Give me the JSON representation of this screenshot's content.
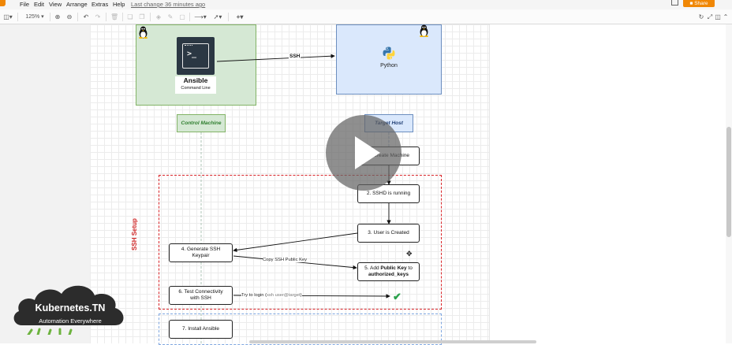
{
  "menubar": {
    "items": [
      "File",
      "Edit",
      "View",
      "Arrange",
      "Extras",
      "Help"
    ],
    "last_change": "Last change 36 minutes ago",
    "share_label": "Share"
  },
  "toolbar": {
    "zoom": "125%"
  },
  "diagram": {
    "ansible_title": "Ansible",
    "ansible_subtitle": "Command Line",
    "ssh_edge": "SSH",
    "python_label": "Python",
    "control_machine": "Control Machine",
    "target_host": "Target Host",
    "ssh_setup": "SSH Setup",
    "steps": {
      "create_machine": "1. Create Machine",
      "sshd_running": "2. SSHD is running",
      "user_created": "3. User is Created",
      "generate_keypair_l1": "4. Generate SSH",
      "generate_keypair_l2": "Keypair",
      "add_key_prefix": "5. Add ",
      "add_key_bold": "Public Key",
      "add_key_mid": " to",
      "add_key_l2": "authorized_keys",
      "test_conn_l1": "6. Test Connectivity",
      "test_conn_l2": "with SSH",
      "install_ansible": "7. Install Ansible"
    },
    "edges": {
      "copy_key": "Copy SSH Public Key",
      "try_login": "Try to login (",
      "try_login_cmd": "ssh user@target",
      "try_login_end": ")"
    }
  },
  "watermark": {
    "title": "Kubernetes.TN",
    "tagline": "Automation Everywhere"
  },
  "colors": {
    "green_fill": "#d5e8d4",
    "blue_fill": "#dae8fc",
    "ssh_setup_border": "#d9262a",
    "accent_orange": "#f08705"
  }
}
